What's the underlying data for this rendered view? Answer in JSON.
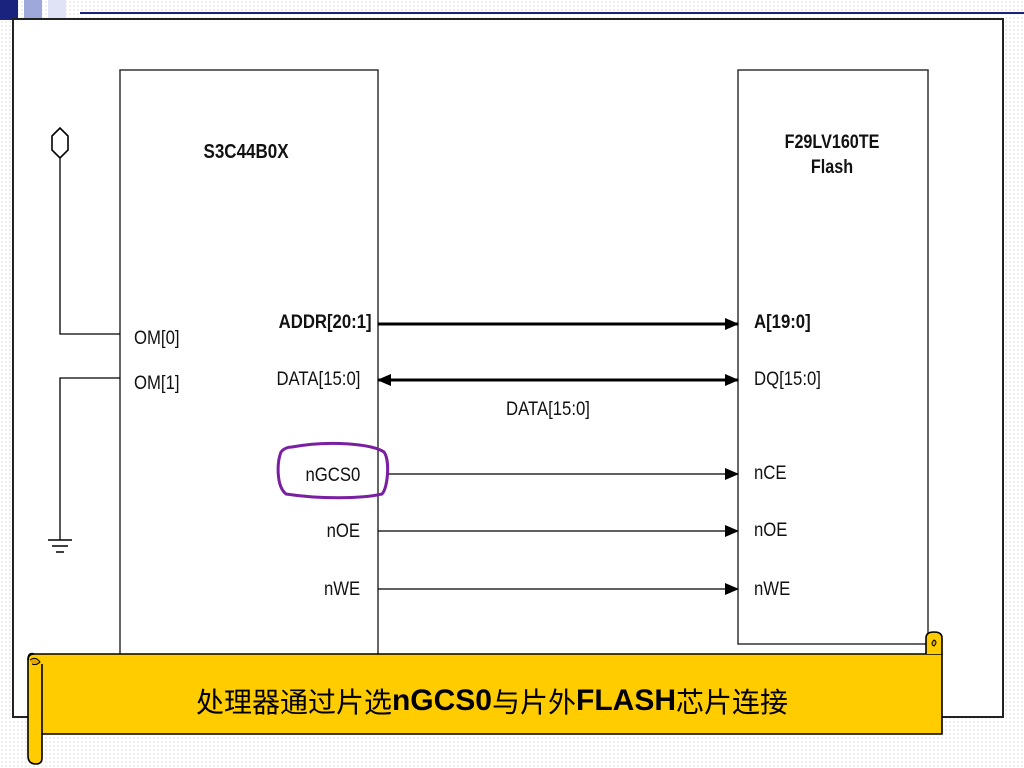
{
  "theme": {
    "accent_navy": "#1a237e",
    "highlight_purple": "#7b1fa2",
    "banner_yellow": "#ffcc00"
  },
  "diagram": {
    "processor": {
      "name": "S3C44B0X",
      "pins_left": [
        "OM[0]",
        "OM[1]"
      ],
      "pins_right": [
        "ADDR[20:1]",
        "DATA[15:0]",
        "nGCS0",
        "nOE",
        "nWE"
      ]
    },
    "flash": {
      "name": "F29LV160TE",
      "type": "Flash",
      "pins": [
        "A[19:0]",
        "DQ[15:0]",
        "nCE",
        "nOE",
        "nWE"
      ]
    },
    "bus_label": "DATA[15:0]",
    "highlighted_pin": "nGCS0"
  },
  "banner": {
    "caption_parts": [
      "处理器通过片选",
      "nGCS0",
      "与片外",
      "FLASH",
      "芯片连接"
    ]
  }
}
